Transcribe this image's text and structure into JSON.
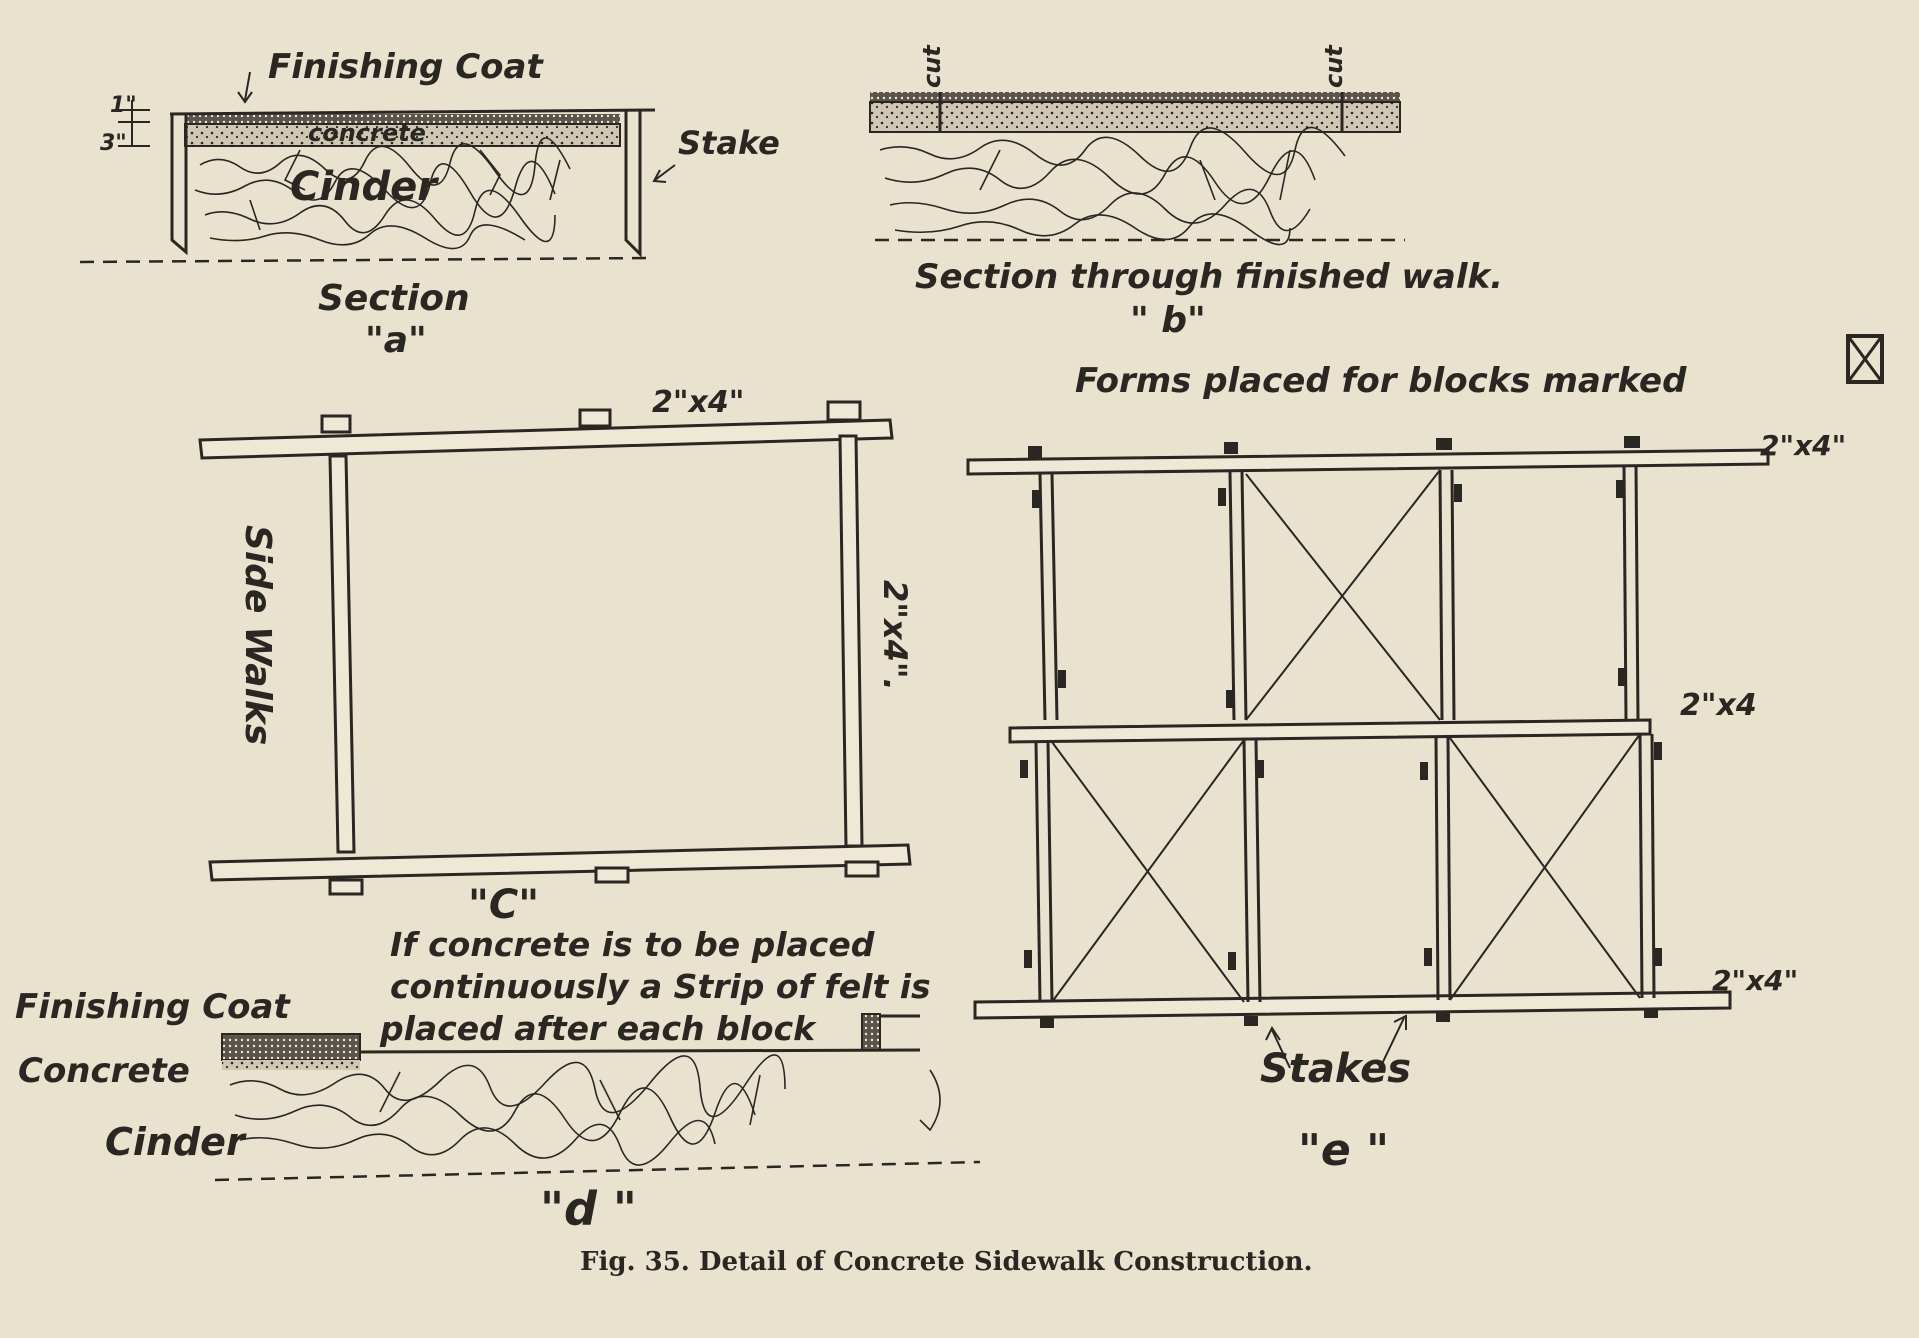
{
  "section_a": {
    "finishing_coat": "Finishing Coat",
    "concrete": "concrete",
    "cinder": "Cinder",
    "stake": "Stake",
    "dim_top": "1\"",
    "dim_mid": "3\"",
    "title": "Section",
    "letter": "\"a\""
  },
  "section_b": {
    "cut_left": "cut",
    "cut_right": "cut",
    "title": "Section through finished walk.",
    "letter": "\" b\""
  },
  "form_c": {
    "top_board": "2\"x4\"",
    "right_board": "2\"x4\".",
    "side_label": "Side Walks",
    "letter": "\"C\""
  },
  "form_e": {
    "note": "Forms placed for blocks marked",
    "top_board": "2\"x4\"",
    "mid_board": "2\"x4",
    "bottom_board": "2\"x4\"",
    "stakes": "Stakes",
    "letter": "\"e \""
  },
  "section_d": {
    "note_line1": "If concrete is to be placed",
    "note_line2": "continuously a Strip of felt is",
    "note_line3": "placed after each block",
    "finishing_coat": "Finishing Coat",
    "concrete": "Concrete",
    "cinder": "Cinder",
    "letter": "\"d \""
  },
  "caption": "Fig. 35.   Detail of Concrete Sidewalk Construction."
}
